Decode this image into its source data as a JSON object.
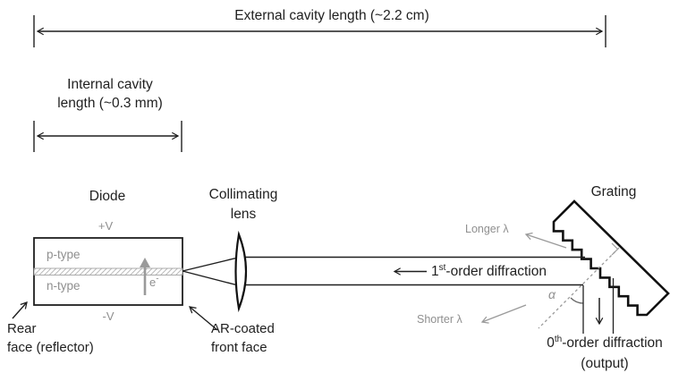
{
  "colors": {
    "ink": "#1f1f1f",
    "gray": "#8f8f8f",
    "outline": "#111111"
  },
  "dimensions": {
    "external_label": "External cavity length (~2.2 cm)",
    "internal_label_line1": "Internal cavity",
    "internal_label_line2": "length (~0.3 mm)"
  },
  "diode": {
    "title": "Diode",
    "plus_terminal": "+V",
    "minus_terminal": "-V",
    "p_region": "p-type",
    "n_region": "n-type",
    "electron_base": "e",
    "electron_sup": "-",
    "rear_line1": "Rear",
    "rear_line2": "face (reflector)",
    "ar_line1": "AR-coated",
    "ar_line2": "front face"
  },
  "lens": {
    "title_line1": "Collimating",
    "title_line2": "lens"
  },
  "grating": {
    "title": "Grating",
    "longer_wavelength": "Longer λ",
    "shorter_wavelength": "Shorter λ",
    "alpha": "α"
  },
  "beams": {
    "first_order_num": "1",
    "first_order_sup": "st",
    "first_order_rest": "-order diffraction",
    "zeroth_order_num": "0",
    "zeroth_order_sup": "th",
    "zeroth_order_rest": "-order diffraction",
    "zeroth_order_line2": "(output)"
  }
}
